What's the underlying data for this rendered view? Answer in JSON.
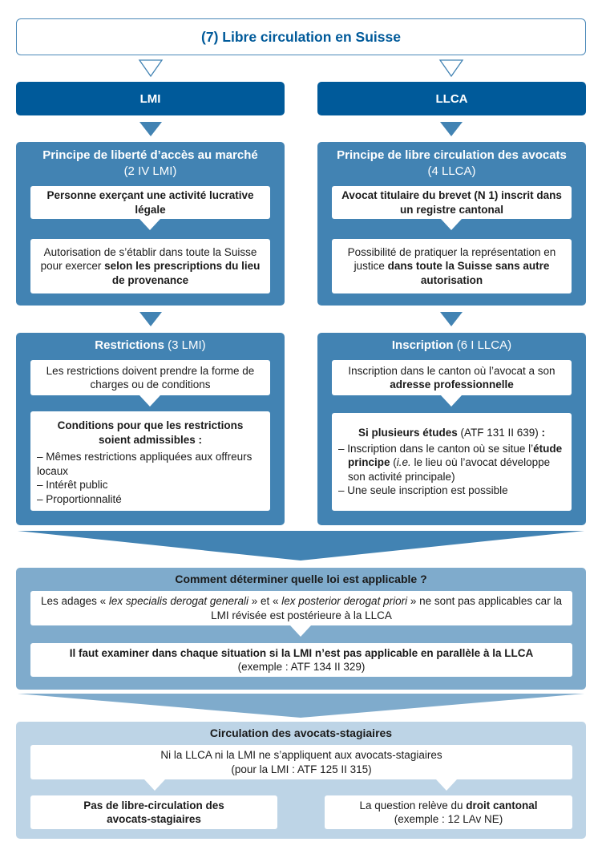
{
  "title": "(7) Libre circulation en Suisse",
  "colors": {
    "dark": "#005a9a",
    "medium": "#4283b3",
    "light": "#7fabcc",
    "lighter": "#bdd4e6"
  },
  "left": {
    "law": "LMI",
    "principle": {
      "title": "Principe de liberté d’accès au marché",
      "ref": "(2 IV LMI)",
      "box1": "Personne exerçant une activité lucrative légale",
      "box2_a": "Autorisation de s’établir dans toute la Suisse pour exercer ",
      "box2_b": "selon les prescriptions du lieu de provenance"
    },
    "restrictions": {
      "title": "Restrictions",
      "ref": " (3 LMI)",
      "box1": "Les restrictions doivent prendre la forme de charges ou de conditions",
      "box2_title": "Conditions pour que les restrictions soient admissibles :",
      "items": [
        "– Mêmes restrictions appliquées aux offreurs locaux",
        "– Intérêt public",
        "– Proportionnalité"
      ]
    }
  },
  "right": {
    "law": "LLCA",
    "principle": {
      "title": "Principe de libre circulation des avocats",
      "ref": "(4 LLCA)",
      "box1": "Avocat titulaire du brevet (N 1) inscrit dans un registre cantonal",
      "box2_a": "Possibilité de pratiquer la représentation en justice ",
      "box2_b": "dans toute la Suisse sans autre autorisation"
    },
    "inscription": {
      "title": "Inscription",
      "ref": " (6 I LLCA)",
      "box1_a": "Inscription dans le canton où l’avocat a son ",
      "box1_b": "adresse professionnelle",
      "box2_title": "Si plusieurs études",
      "box2_ref": " (ATF 131 II 639) ",
      "box2_colon": ":",
      "item1_a": "– Inscription dans le canton où se situe l’",
      "item1_b": "étude principe",
      "item1_c": " (",
      "item1_d": "i.e.",
      "item1_e": " le lieu où l’avocat développe son activité principale)",
      "item2": "– Une seule inscription est possible"
    }
  },
  "applicable": {
    "title": "Comment déterminer quelle loi est applicable ?",
    "box1_a": "Les adages « ",
    "box1_b": "lex specialis derogat generali",
    "box1_c": " » et « ",
    "box1_d": "lex posterior derogat priori",
    "box1_e": " » ne sont pas applicables car la LMI révisée est postérieure à la LLCA",
    "box2_a": "Il faut examiner dans chaque situation si la LMI n’est pas applicable en parallèle à la LLCA",
    "box2_b": "(exemple : ATF 134 II 329)"
  },
  "stagiaires": {
    "title": "Circulation des avocats-stagiaires",
    "box1_a": "Ni la LLCA ni la LMI ne s’appliquent aux avocats-stagiaires",
    "box1_b": "(pour la LMI : ATF 125 II 315)",
    "left_box": "Pas de libre-circulation des avocats-stagiaires",
    "right_a": "La question relève du ",
    "right_b": "droit cantonal",
    "right_c": "(exemple : 12 LAv NE)"
  }
}
